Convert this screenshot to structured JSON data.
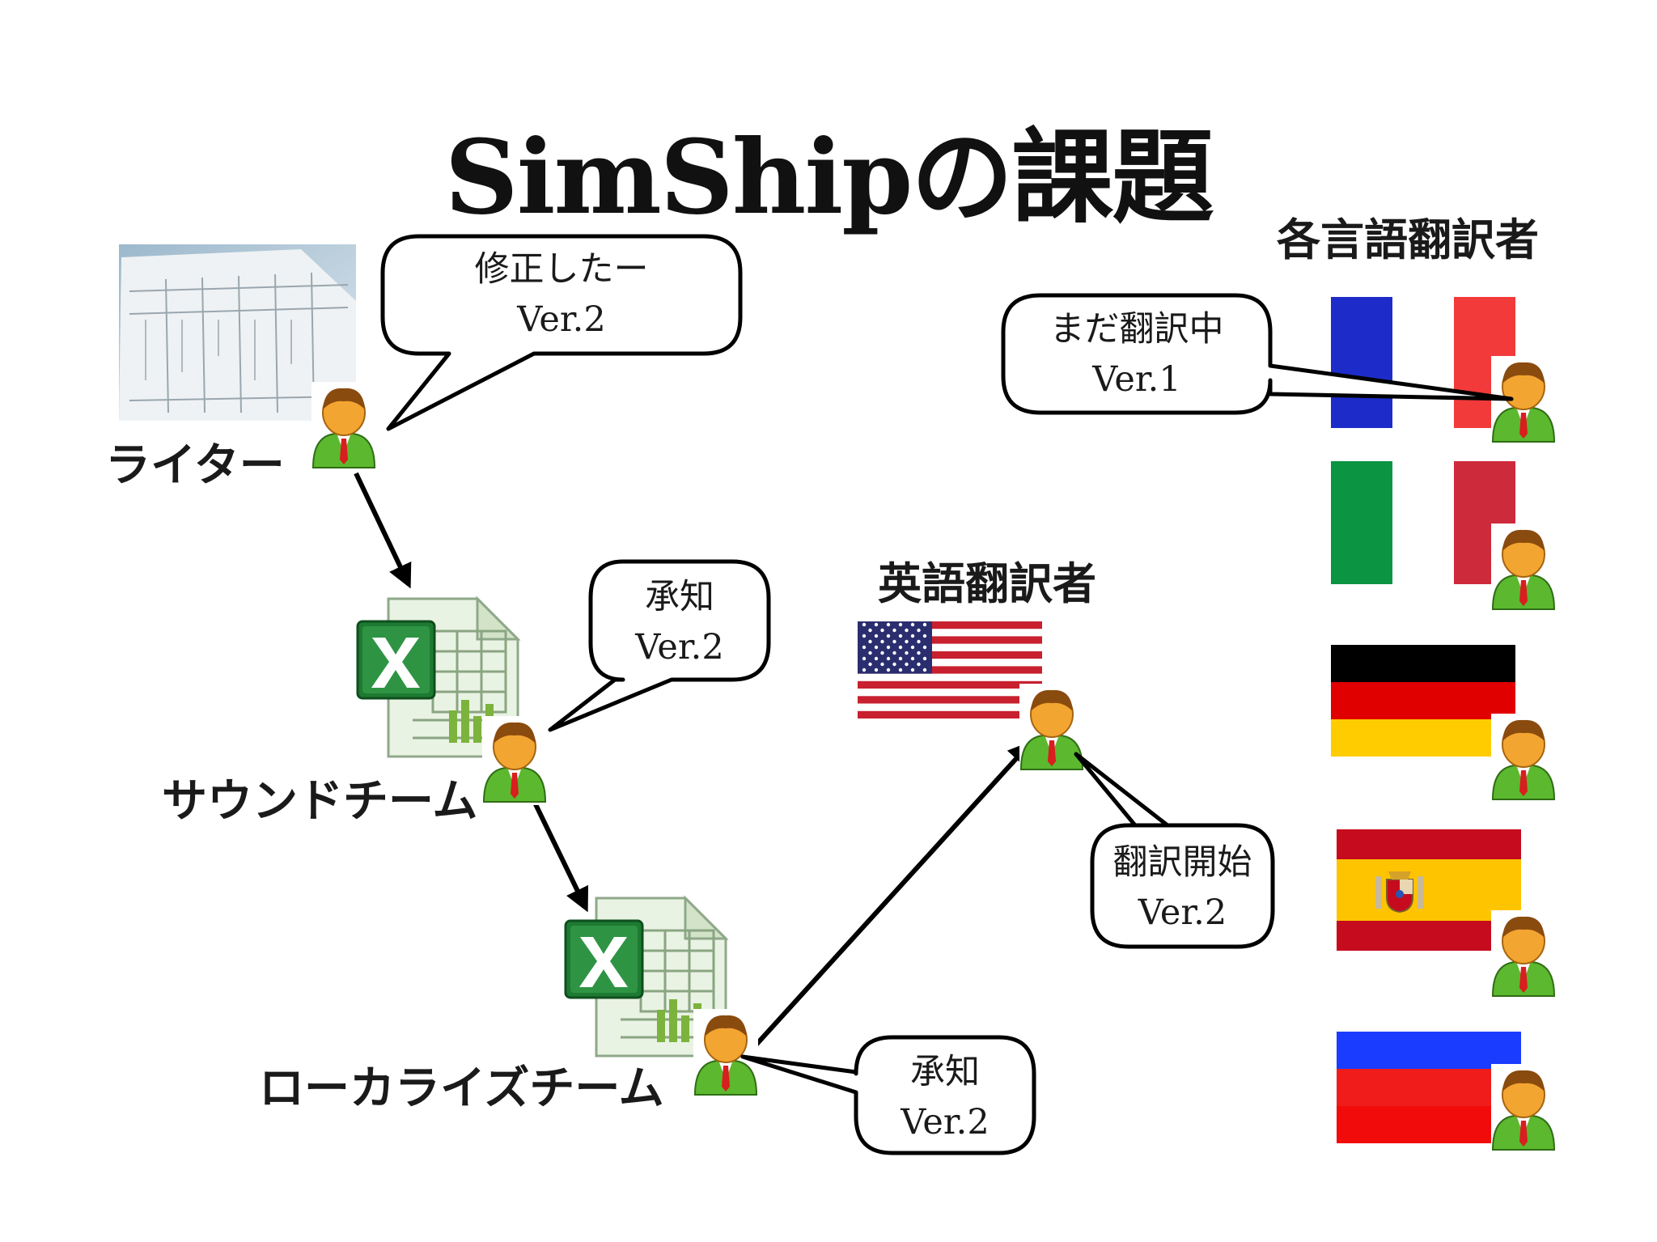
{
  "title": "SimShipの課題",
  "headings": {
    "english_translator": "英語翻訳者",
    "each_language_translators": "各言語翻訳者"
  },
  "roles": {
    "writer": "ライター",
    "sound_team": "サウンドチーム",
    "localize_team": "ローカライズチーム"
  },
  "bubbles": {
    "writer": {
      "line1": "修正したー",
      "line2": "Ver.2"
    },
    "sound": {
      "line1": "承知",
      "line2": "Ver.2"
    },
    "localize": {
      "line1": "承知",
      "line2": "Ver.2"
    },
    "english": {
      "line1": "翻訳開始",
      "line2": "Ver.2"
    },
    "french": {
      "line1": "まだ翻訳中",
      "line2": "Ver.1"
    }
  },
  "flags": [
    "us-flag",
    "france-flag",
    "italy-flag",
    "germany-flag",
    "spain-flag",
    "russia-flag"
  ],
  "icons": [
    "document-photo",
    "excel-icon",
    "person-icon"
  ],
  "colors": {
    "person_body": "#5cb82e",
    "person_face": "#f3a531",
    "tie": "#d81e1e",
    "excel_green": "#1e7a32",
    "arrow": "#000000"
  }
}
